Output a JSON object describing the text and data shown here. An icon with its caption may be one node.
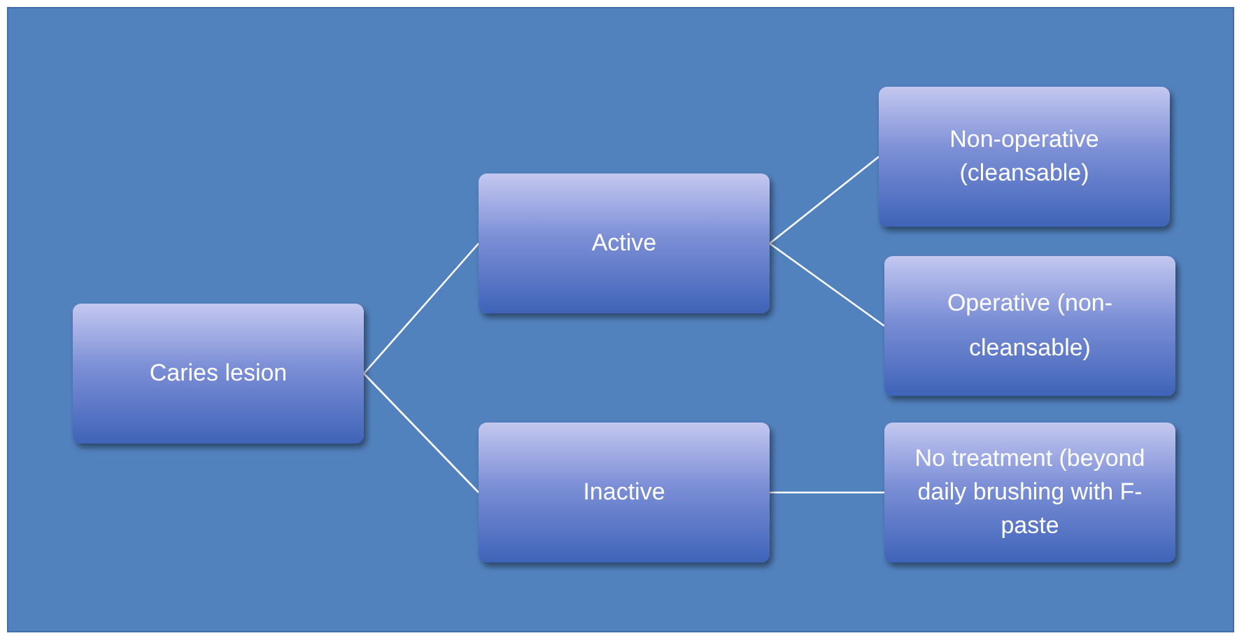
{
  "diagram": {
    "nodes": [
      {
        "text": [
          "Caries lesion"
        ]
      },
      {
        "text": [
          "Active"
        ]
      },
      {
        "text": [
          "Inactive"
        ]
      },
      {
        "text": [
          "Non-operative (cleansable)"
        ]
      },
      {
        "text": [
          "Operative (non-cleansable)"
        ]
      },
      {
        "text": [
          "No treatment (beyond daily brushing with F-paste"
        ]
      }
    ],
    "edges": [
      {
        "from": 0,
        "to": 1,
        "arrow": "none"
      },
      {
        "from": 0,
        "to": 2,
        "arrow": "none"
      },
      {
        "from": 1,
        "to": 3,
        "arrow": "none"
      },
      {
        "from": 1,
        "to": 4,
        "arrow": "none"
      },
      {
        "from": 2,
        "to": 5,
        "arrow": "none"
      }
    ]
  }
}
